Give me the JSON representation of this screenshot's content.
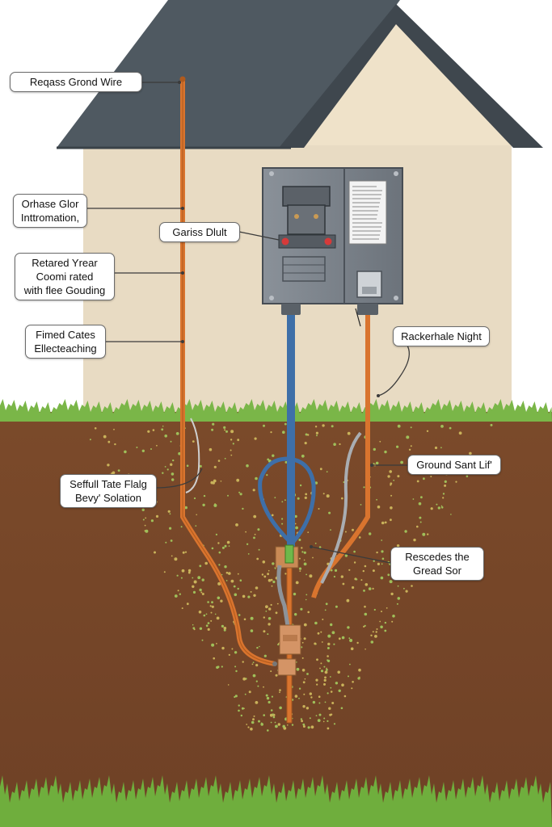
{
  "labels": {
    "reqass_ground_wire": "Reqass Grond Wire",
    "orhase_glor": [
      "Orhase Glor",
      "Inttromation,"
    ],
    "gariss_dlult": "Gariss Dlult",
    "retared_year": [
      "Retared Yrear",
      "Coomi rated",
      "with flee Gouding"
    ],
    "fimed_cates": [
      "Fimed Cates",
      "Ellecteaching"
    ],
    "rackerhale_night": "Rackerhale Night",
    "ground_sant": "Ground Sant Lif'",
    "seffull_tate": [
      "Seffull Tate Flalg",
      "Bevy' Solation"
    ],
    "rescedes": [
      "Rescedes the",
      "Gread Sor"
    ]
  },
  "colors": {
    "roof": "#4f5961",
    "house_wall": "#e9dcc4",
    "gable": "#efe1c8",
    "panel": "#7e858d",
    "panel_dark": "#5f666e",
    "copper_wire": "#d9742e",
    "blue_conduit": "#3e6fa8",
    "grass": "#7ab648",
    "soil": "#7a4a2b",
    "leader": "#3b3b3b"
  },
  "icons": {
    "meter_socket": "meter-socket-icon",
    "breaker_switch": "breaker-switch-icon",
    "ground_rod": "ground-rod-icon",
    "ground_clamp": "ground-clamp-icon"
  }
}
